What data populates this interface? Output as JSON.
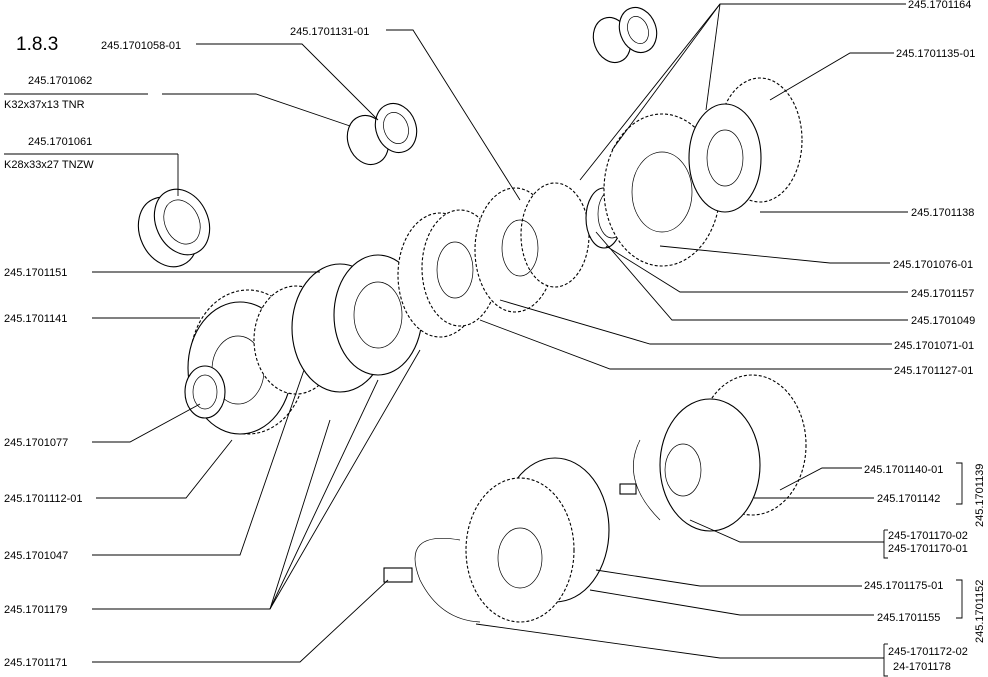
{
  "figure_number": "1.8.3",
  "labels": {
    "l_1058": "245.1701058-01",
    "l_1131": "245.1701131-01",
    "l_1164": "245.1701164",
    "l_1135": "245.1701135-01",
    "l_1062": "245.1701062",
    "l_1062_bearing": "K32x37x13 TNR",
    "l_1061": "245.1701061",
    "l_1061_bearing": "K28x33x27 TNZW",
    "l_1138": "245.1701138",
    "l_1076": "245.1701076-01",
    "l_1151": "245.1701151",
    "l_1157": "245.1701157",
    "l_1141": "245.1701141",
    "l_1049": "245.1701049",
    "l_1071": "245.1701071-01",
    "l_1127": "245.1701127-01",
    "l_1077": "245.1701077",
    "l_1140": "245.1701140-01",
    "l_1139": "245.1701139",
    "l_1112": "245.1701112-01",
    "l_1142": "245.1701142",
    "l_1170a": "245-1701170-02",
    "l_1170b": "245-1701170-01",
    "l_1047": "245.1701047",
    "l_1175": "245.1701175-01",
    "l_1152": "245.1701152",
    "l_1179": "245.1701179",
    "l_1155": "245.1701155",
    "l_1172a": "245-1701172-02",
    "l_1172b": "24-1701178",
    "l_1171": "245.1701171"
  }
}
